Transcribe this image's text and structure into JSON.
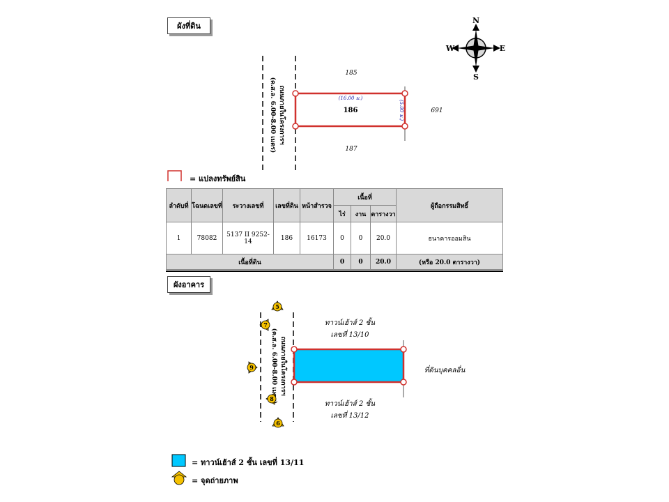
{
  "section_land_label": "ผังที่ดิน",
  "section_building_label": "ผังอาคาร",
  "compass": {
    "n": "N",
    "s": "S",
    "e": "E",
    "w": "W"
  },
  "land_plan": {
    "road_label_1": "ถนนภายในโครงการฯ",
    "road_label_2": "(ค.ส.ล. 6.00-8.00 เมตร)",
    "north_neighbor": "185",
    "south_neighbor": "187",
    "east_neighbor": "691",
    "parcel_no": "186",
    "width_dim": "(16.00 ม.)",
    "depth_dim": "(5.00 ม.)"
  },
  "legend_parcel": "=  แปลงทรัพย์สิน",
  "table": {
    "headers": {
      "seq": "ลำดับที่",
      "deed": "โฉนดเลขที่",
      "survey": "ระวางเลขที่",
      "lot": "เลขที่ดิน",
      "survey_page": "หน้าสำรวจ",
      "area": "เนื้อที่",
      "rai": "ไร่",
      "ngan": "งาน",
      "wa": "ตารางวา",
      "owner": "ผู้ถือกรรมสิทธิ์"
    },
    "rows": [
      {
        "seq": "1",
        "deed": "78082",
        "survey": "5137 II 9252-14",
        "lot": "186",
        "survey_page": "16173",
        "rai": "0",
        "ngan": "0",
        "wa": "20.0",
        "owner": "ธนาคารออมสิน"
      }
    ],
    "total": {
      "label": "เนื้อที่ดิน",
      "rai": "0",
      "ngan": "0",
      "wa": "20.0",
      "note": "(หรือ 20.0 ตารางวา)"
    }
  },
  "building_plan": {
    "road_label_1": "ถนนภายในโครงการฯ",
    "road_label_2": "(ค.ส.ล. 6.00-8.00 เมตร)",
    "north_line1": "ทาวน์เฮ้าส์ 2 ชั้น",
    "north_line2": "เลขที่ 13/10",
    "south_line1": "ทาวน์เฮ้าส์ 2 ชั้น",
    "south_line2": "เลขที่ 13/12",
    "east_label": "ที่ดินบุคคลอื่น",
    "photo_points": [
      "5",
      "7",
      "9",
      "8",
      "6"
    ]
  },
  "legend_building": "=  ทาวน์เฮ้าส์ 2 ชั้น  เลขที่ 13/11",
  "legend_photo": "=  จุดถ่ายภาพ",
  "colors": {
    "parcel_red": "#d0312d",
    "building_fill": "#00c8ff",
    "photo_marker": "#f5c100",
    "dim_blue": "#1a1aa6"
  }
}
